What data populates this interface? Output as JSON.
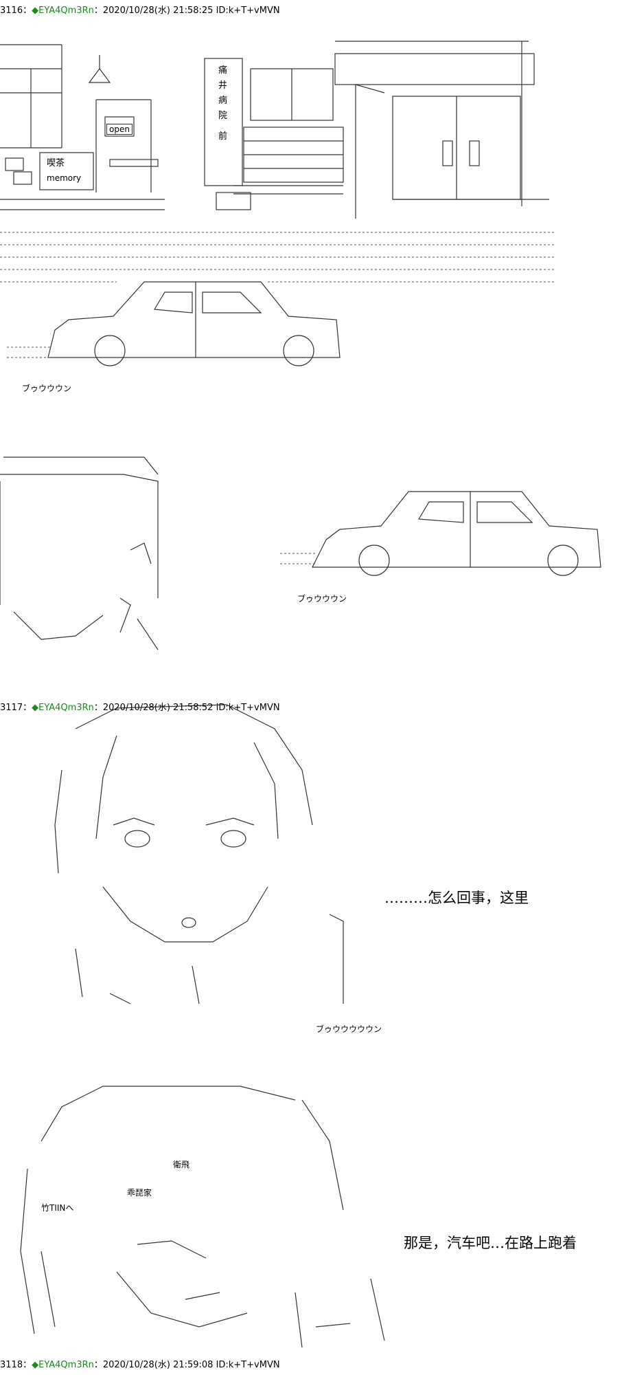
{
  "posts": [
    {
      "number": "3116",
      "sep": "：",
      "diamond": "◆",
      "trip": "EYA4Qm3Rn",
      "meta": "：2020/10/28(水) 21:58:25 ID:k+T+vMVN"
    },
    {
      "number": "3117",
      "sep": "：",
      "diamond": "◆",
      "trip": "EYA4Qm3Rn",
      "meta": "：2020/10/28(水) 21:58:52 ID:k+T+vMVN"
    },
    {
      "number": "3118",
      "sep": "：",
      "diamond": "◆",
      "trip": "EYA4Qm3Rn",
      "meta": "：2020/10/28(水) 21:59:08 ID:k+T+vMVN"
    }
  ],
  "signs": {
    "open": "open",
    "cafe_line1": "喫茶",
    "cafe_line2": "memory",
    "hospital": [
      "痛",
      "井",
      "病",
      "院",
      "前"
    ]
  },
  "sfx": {
    "car1": "ブゥウウウン",
    "car2": "ブゥウウウン",
    "car3": "ブゥウウウウウン"
  },
  "dialogue": {
    "line1": "………怎么回事，这里",
    "line2": "那是，汽车吧…在路上跑着"
  },
  "aa_text": {
    "char2_tag1": "乖琵家",
    "char2_tag2": "衛飛",
    "char2_tag3": "竹TIINへ"
  }
}
